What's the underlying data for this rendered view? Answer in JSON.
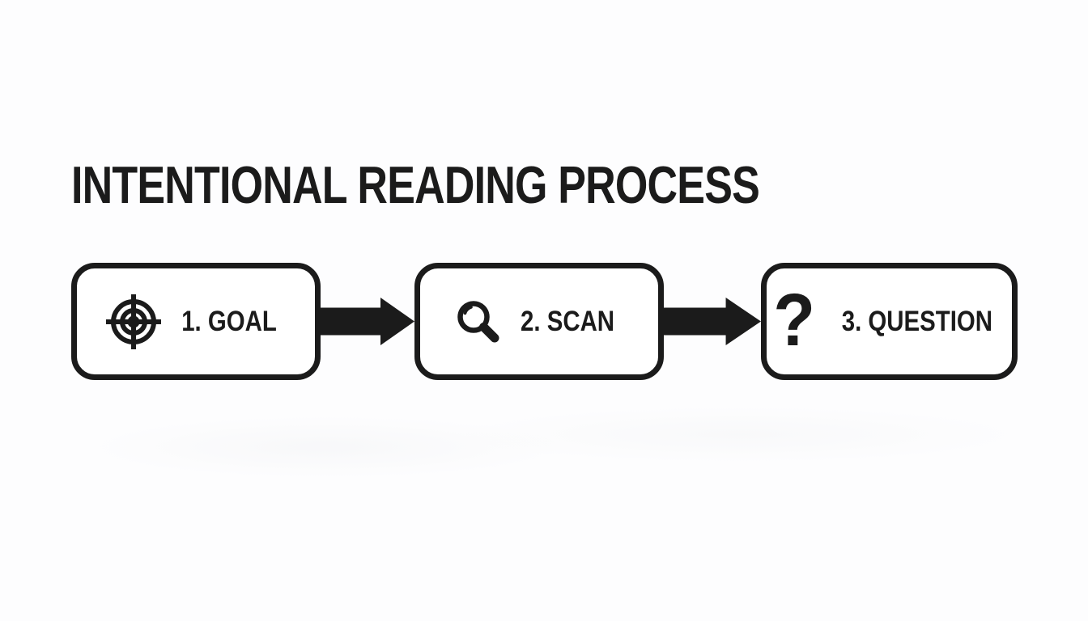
{
  "colors": {
    "ink": "#1b1b1b",
    "background": "#fdfdfe"
  },
  "title": "INTENTIONAL READING PROCESS",
  "diagram": {
    "type": "flowchart",
    "direction": "left-to-right",
    "connector_style": "solid-black-right-arrow",
    "steps": [
      {
        "order": 1,
        "label": "1. GOAL",
        "icon": "target-icon"
      },
      {
        "order": 2,
        "label": "2. SCAN",
        "icon": "magnifier-icon"
      },
      {
        "order": 3,
        "label": "3. QUESTION",
        "icon": "question-mark-icon",
        "glyph": "?"
      }
    ]
  }
}
